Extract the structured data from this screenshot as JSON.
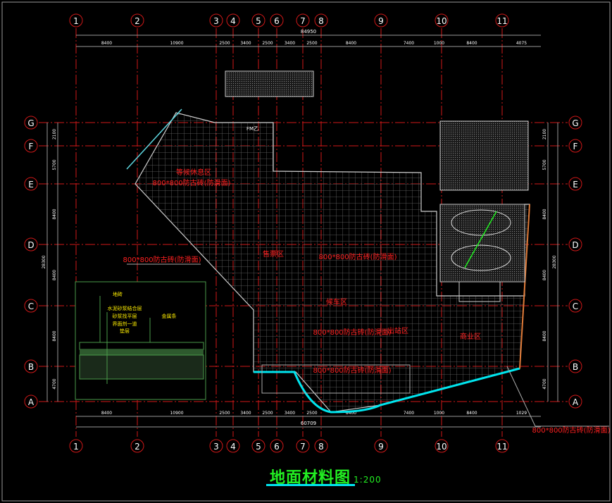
{
  "drawing": {
    "title": "地面材料图",
    "scale": "1:200",
    "columns": [
      "1",
      "2",
      "3",
      "4",
      "5",
      "6",
      "7",
      "8",
      "9",
      "10",
      "11"
    ],
    "rows": [
      "G",
      "F",
      "E",
      "D",
      "C",
      "B",
      "A"
    ],
    "top_dims": [
      "8400",
      "10900",
      "2500",
      "3400",
      "2500",
      "3400",
      "2500",
      "8400",
      "7400",
      "1000",
      "8400",
      "4075"
    ],
    "top_total": "84950",
    "bottom_dims": [
      "8400",
      "10900",
      "2500",
      "3400",
      "2500",
      "3400",
      "2500",
      "8400",
      "7400",
      "1000",
      "8400",
      "1029"
    ],
    "bottom_total": "60709",
    "side_dims": [
      "2100",
      "5700",
      "8400",
      "8400",
      "8400",
      "4700"
    ],
    "side_total": "28300",
    "zone_labels": [
      {
        "name": "等候休息区",
        "spec": "800*800防古砖(防滑面)"
      },
      {
        "name": "售票区",
        "spec": "800*800防古砖(防滑面)"
      },
      {
        "name": "候车区",
        "spec": "800*800防古砖(防滑面)"
      },
      {
        "name": "商业区"
      },
      {
        "name": "出站区"
      }
    ],
    "callout_left": "800*800防古砖(防滑面)",
    "callout_bottom": "800*800防古砖(防滑面)",
    "callout_right": "800*800防古砖(防滑面)",
    "door_label": "FM乙",
    "section_detail": {
      "layers": [
        "地砖",
        "水泥砂浆结合层",
        "砂浆找平层",
        "界面剂一道",
        "垫层"
      ],
      "strip": "金属条"
    }
  }
}
